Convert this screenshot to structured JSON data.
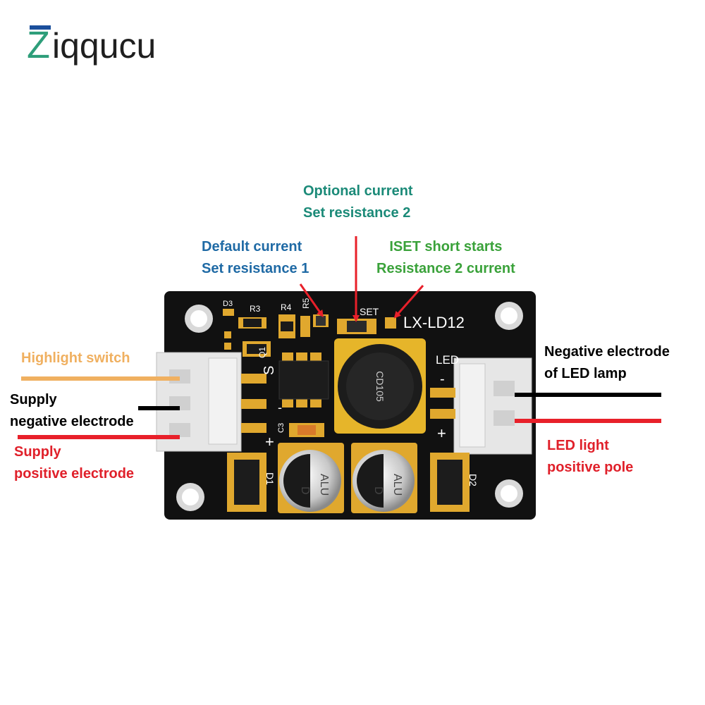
{
  "logo": {
    "text": "Ziqqucu",
    "letter_z": "Z",
    "rest": "iqqucu",
    "colors": {
      "green": "#2e9e7a",
      "blue": "#1b4f9c",
      "text": "#1f1f1f"
    }
  },
  "board": {
    "model": "LX-LD12",
    "pcb_color": "#111111",
    "silkscreen": {
      "d3": "D3",
      "r3": "R3",
      "r4": "R4",
      "r5": "R5",
      "set": "SET",
      "q1": "Q1",
      "s": "S",
      "minus_left": "-",
      "plus_left": "+",
      "c3": "C3",
      "led": "LED",
      "minus_right": "-",
      "plus_right": "+",
      "d1": "D1",
      "d2": "D2",
      "inductor": "CD105",
      "cap_left_top": "ALU",
      "cap_left_bottom": "D",
      "cap_right_top": "ALU",
      "cap_right_bottom": "D"
    }
  },
  "labels": {
    "optional_current": {
      "line1": "Optional current",
      "line2": "Set resistance 2",
      "color": "#1b8a78"
    },
    "default_current": {
      "line1": "Default current",
      "line2": "Set resistance 1",
      "color": "#1f6aa5"
    },
    "iset_short": {
      "line1": "ISET short starts",
      "line2": "Resistance 2 current",
      "color": "#3aa23a"
    },
    "highlight_switch": {
      "line1": "Highlight switch",
      "color": "#f0b060"
    },
    "supply_negative": {
      "line1": "Supply",
      "line2": "negative electrode",
      "color": "#000000"
    },
    "supply_positive": {
      "line1": "Supply",
      "line2": "positive electrode",
      "color": "#e0202a"
    },
    "led_negative": {
      "line1": "Negative electrode",
      "line2": "of LED lamp",
      "color": "#000000"
    },
    "led_positive": {
      "line1": "LED light",
      "line2": "positive pole",
      "color": "#e0202a"
    }
  },
  "colors": {
    "arrow_red": "#e8202a",
    "wire_black": "#000000",
    "wire_red": "#e8202a",
    "wire_orange": "#f0b060",
    "connector": "#e6e6e6"
  }
}
